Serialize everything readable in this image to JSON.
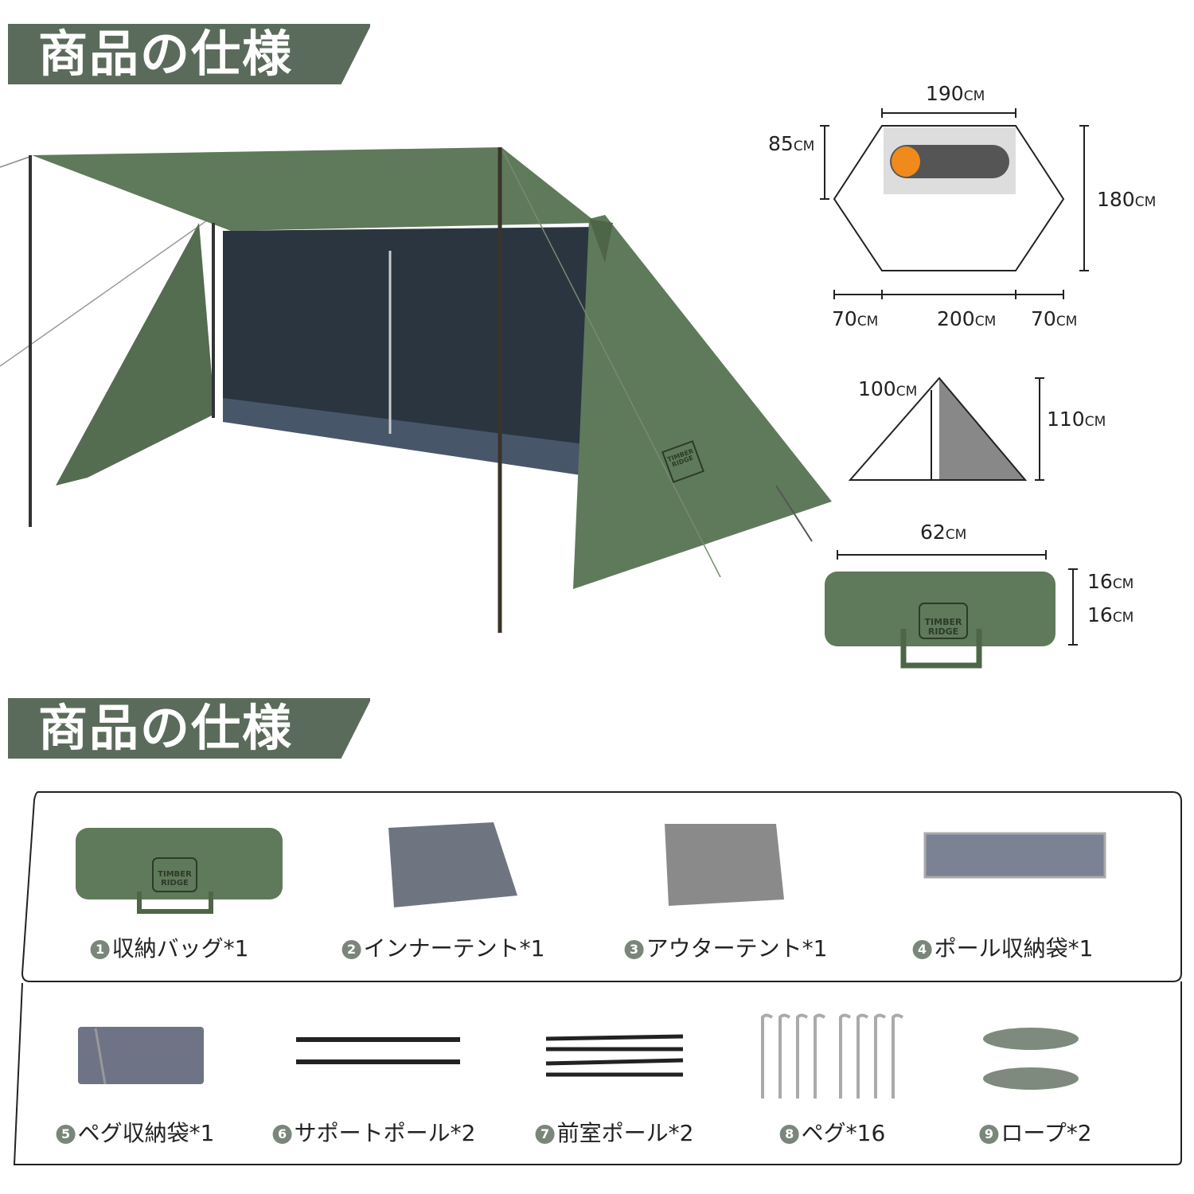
{
  "header_top": {
    "title": "商品の仕様"
  },
  "header_bottom": {
    "title": "商品の仕様"
  },
  "colors": {
    "band": "#5b6b5b",
    "tent": "#5f7a5a",
    "mesh": "#2b3540",
    "badge": "#7a867a",
    "orange": "#f08a1a"
  },
  "brand": "TIMBER RIDGE",
  "dimensions": {
    "floor_width": {
      "value": "190",
      "unit": "CM"
    },
    "sleep_depth": {
      "value": "85",
      "unit": "CM"
    },
    "floor_depth": {
      "value": "180",
      "unit": "CM"
    },
    "left_vestibule": {
      "value": "70",
      "unit": "CM"
    },
    "center": {
      "value": "200",
      "unit": "CM"
    },
    "right_vestibule": {
      "value": "70",
      "unit": "CM"
    },
    "side_base": {
      "value": "100",
      "unit": "CM"
    },
    "height": {
      "value": "110",
      "unit": "CM"
    },
    "bag_length": {
      "value": "62",
      "unit": "CM"
    },
    "bag_height": {
      "value": "16",
      "unit": "CM"
    },
    "bag_width": {
      "value": "16",
      "unit": "CM"
    }
  },
  "items": [
    {
      "num": "1",
      "label": "収納バッグ*1",
      "icon": "storage-bag-icon"
    },
    {
      "num": "2",
      "label": "インナーテント*1",
      "icon": "inner-tent-icon"
    },
    {
      "num": "3",
      "label": "アウターテント*1",
      "icon": "outer-tent-icon"
    },
    {
      "num": "4",
      "label": "ポール収納袋*1",
      "icon": "pole-bag-icon"
    },
    {
      "num": "5",
      "label": "ペグ収納袋*1",
      "icon": "peg-bag-icon"
    },
    {
      "num": "6",
      "label": "サポートポール*2",
      "icon": "support-pole-icon"
    },
    {
      "num": "7",
      "label": "前室ポール*2",
      "icon": "vestibule-pole-icon"
    },
    {
      "num": "8",
      "label": "ペグ*16",
      "icon": "peg-icon"
    },
    {
      "num": "9",
      "label": "ロープ*2",
      "icon": "rope-icon"
    }
  ]
}
